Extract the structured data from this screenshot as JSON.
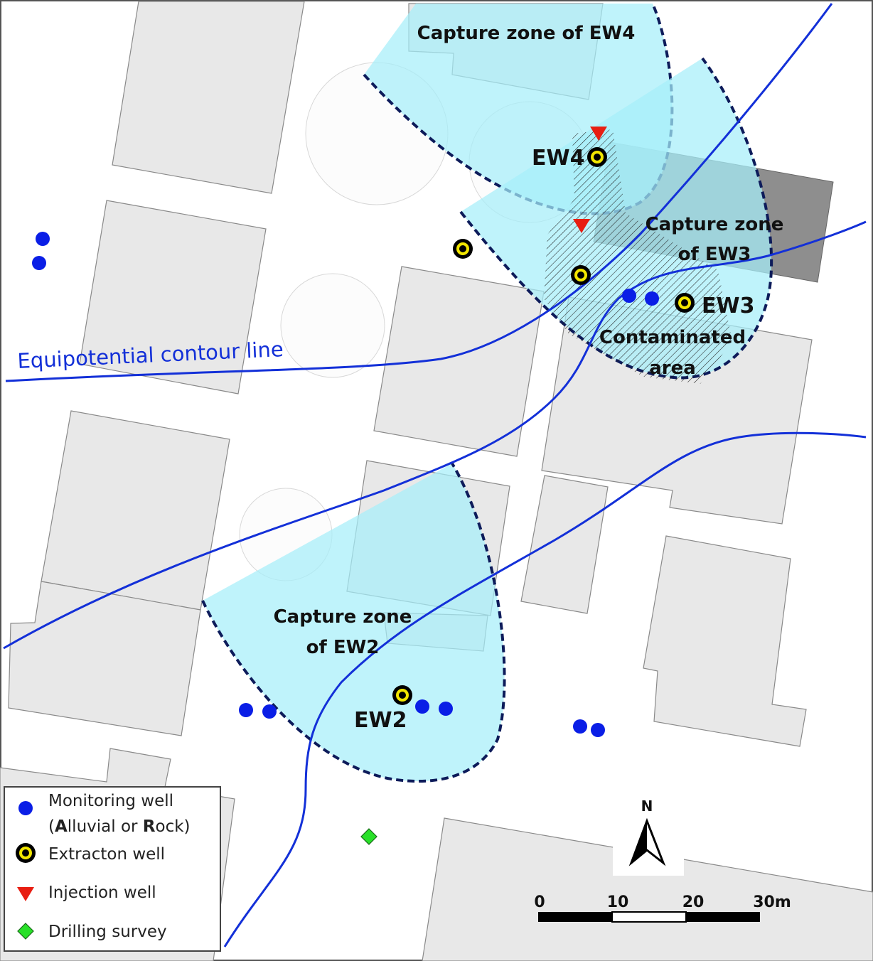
{
  "labels": {
    "capture_ew4": "Capture zone of EW4",
    "ew4": "EW4",
    "capture_ew3_line1": "Capture zone",
    "capture_ew3_line2": "of EW3",
    "ew3": "EW3",
    "contaminated_line1": "Contaminated",
    "contaminated_line2": "area",
    "capture_ew2_line1": "Capture zone",
    "capture_ew2_line2": "of EW2",
    "ew2": "EW2",
    "contour": "Equipotential contour line"
  },
  "legend": {
    "monitoring_line1": "Monitoring well",
    "monitoring_open": "(",
    "monitoring_a": "A",
    "monitoring_mid": "lluvial or ",
    "monitoring_r": "R",
    "monitoring_close": "ock)",
    "extraction": "Extracton well",
    "injection": "Injection well",
    "drilling": "Drilling survey"
  },
  "north": "N",
  "scale": {
    "ticks": [
      "0",
      "10",
      "20",
      "30m"
    ]
  },
  "colors": {
    "monitoring": "#0a1ee6",
    "extraction_ring": "#f2e600",
    "injection": "#e81e12",
    "drilling": "#28e028",
    "contour": "#1330d8",
    "capture_zone": "#a6effa"
  }
}
